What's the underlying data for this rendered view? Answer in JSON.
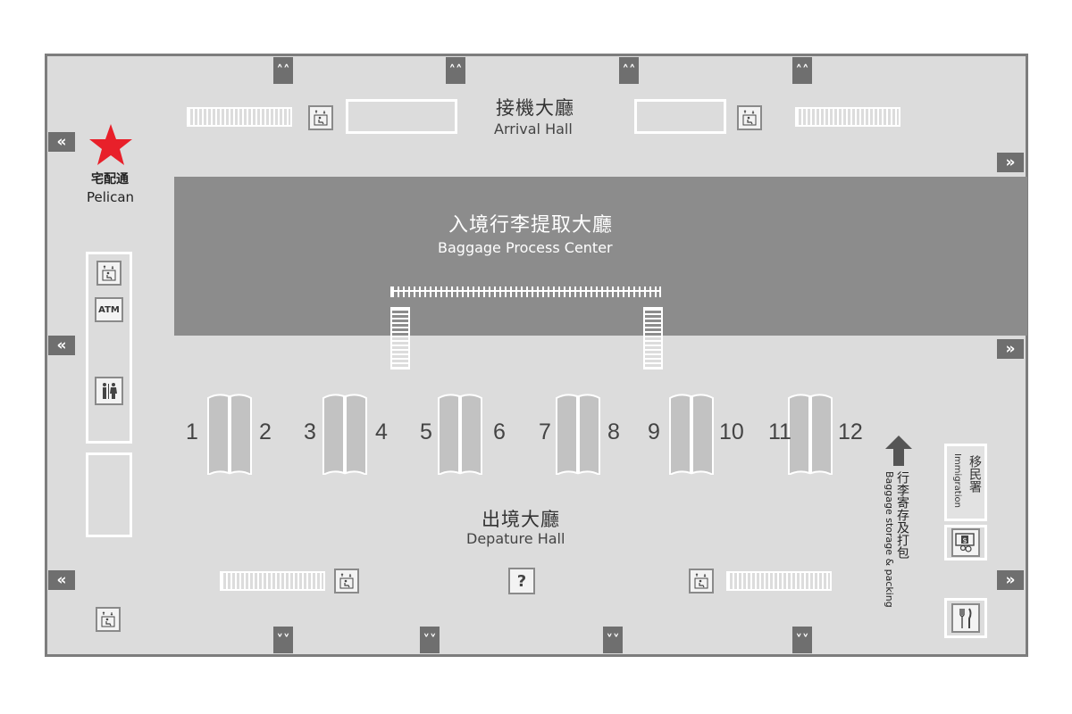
{
  "arrival_hall": {
    "cn": "接機大廳",
    "en": "Arrival Hall"
  },
  "baggage_center": {
    "cn": "入境行李提取大廳",
    "en": "Baggage Process Center"
  },
  "departure_hall": {
    "cn": "出境大廳",
    "en": "Depature Hall"
  },
  "pelican": {
    "cn": "宅配通",
    "en": "Pelican"
  },
  "baggage_storage": {
    "cn": "行李寄存及打包",
    "en": "Baggage storage & packing"
  },
  "immigration": {
    "cn": "移民署",
    "en": "Immigration"
  },
  "atm_label": "ATM",
  "info_label": "?",
  "carousels": [
    {
      "left": "1",
      "right": "2"
    },
    {
      "left": "3",
      "right": "4"
    },
    {
      "left": "5",
      "right": "6"
    },
    {
      "left": "7",
      "right": "8"
    },
    {
      "left": "9",
      "right": "10"
    },
    {
      "left": "11",
      "right": "12"
    }
  ],
  "icons": {
    "exit_up": "double-chevron-up-icon",
    "exit_down": "double-chevron-down-icon",
    "exit_left": "double-chevron-left-icon",
    "exit_right": "double-chevron-right-icon",
    "elevator": "elevator-accessible-icon",
    "restroom": "restroom-icon",
    "currency": "currency-exchange-icon",
    "restaurant": "restaurant-icon",
    "pelican_marker": "red-star-icon"
  },
  "colors": {
    "floor": "#dcdcdc",
    "band": "#8c8c8c",
    "door": "#6f6f6f",
    "outline": "#ffffff",
    "star": "#e8202a",
    "belt": "#c2c2c2"
  }
}
